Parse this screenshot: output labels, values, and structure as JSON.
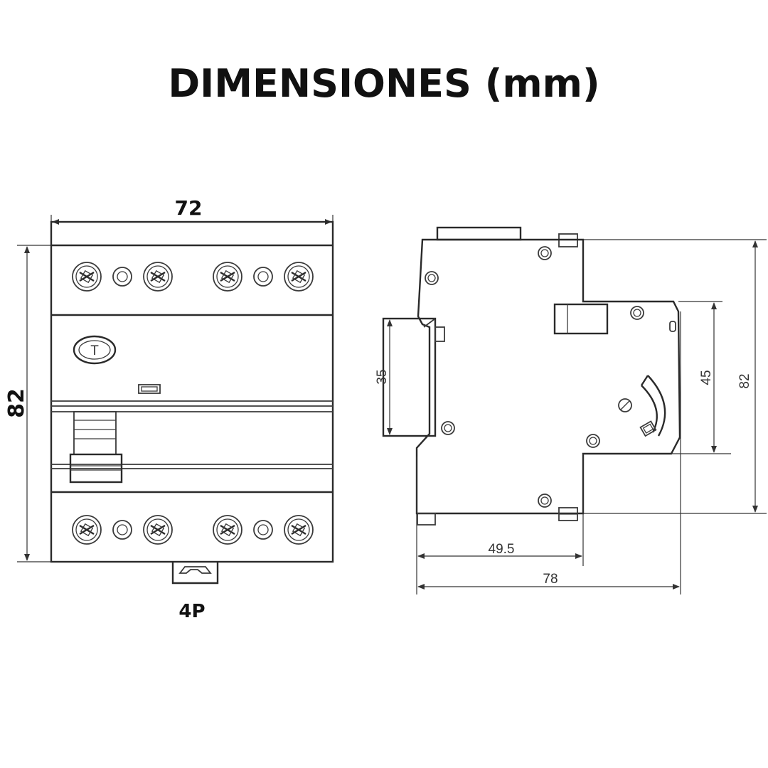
{
  "title": "DIMENSIONES (mm)",
  "front_view": {
    "width_label": "72",
    "height_label": "82",
    "pole_label": "4P",
    "test_button_label": "T"
  },
  "side_view": {
    "rail_label": "35",
    "front_height_label": "45",
    "height_label": "82",
    "depth_to_face_label": "49.5",
    "depth_label": "78"
  },
  "colors": {
    "line": "#3a3a3a",
    "text": "#111111",
    "background": "#ffffff"
  }
}
